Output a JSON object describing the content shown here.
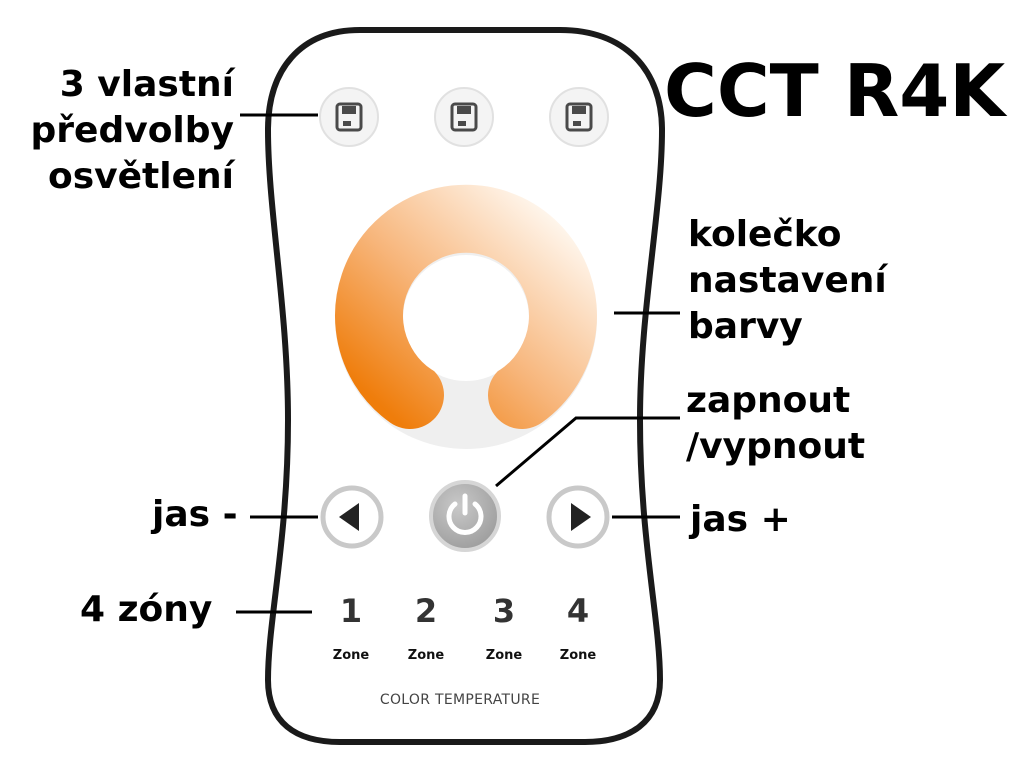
{
  "title": "CCT R4K",
  "labels": {
    "presets": "3 vlastní\npředvolby\nosvětlení",
    "color_wheel": "kolečko\nnastavení\nbarvy",
    "power": "zapnout\n/vypnout",
    "brightness_down": "jas -",
    "brightness_up": "jas +",
    "zones": "4 zóny"
  },
  "zones": [
    {
      "number": "1",
      "label": "Zone"
    },
    {
      "number": "2",
      "label": "Zone"
    },
    {
      "number": "3",
      "label": "Zone"
    },
    {
      "number": "4",
      "label": "Zone"
    }
  ],
  "footer": "COLOR TEMPERATURE",
  "icons": {
    "preset": "save-icon",
    "power": "power-icon",
    "left": "triangle-left-icon",
    "right": "triangle-right-icon"
  },
  "colors": {
    "wheel_warm": "#f28a1e",
    "wheel_cool": "#fff8f0",
    "remote_body": "#ffffff",
    "remote_outline": "#1a1a1a",
    "power_button": "#b3b3b3"
  }
}
